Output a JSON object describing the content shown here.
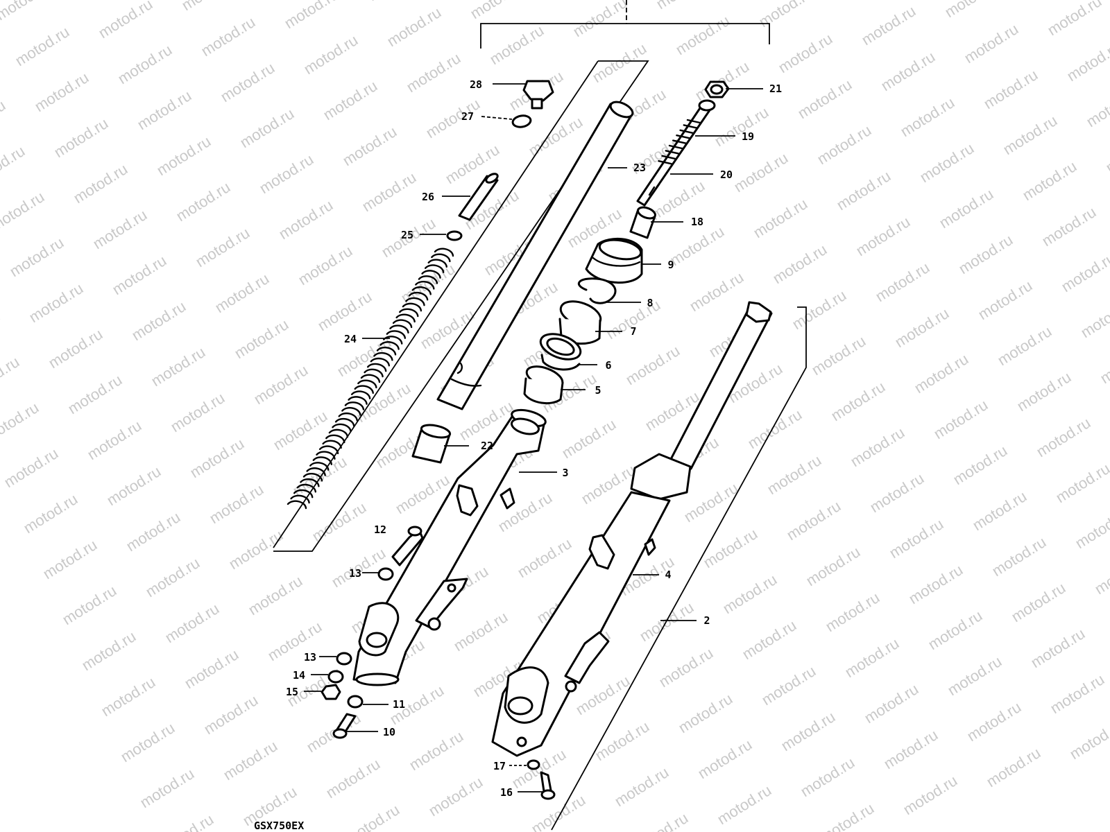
{
  "watermark": "motod.ru",
  "model_code": "GSX750EX",
  "callouts": [
    {
      "number": "28"
    },
    {
      "number": "27"
    },
    {
      "number": "26"
    },
    {
      "number": "25"
    },
    {
      "number": "24"
    },
    {
      "number": "23"
    },
    {
      "number": "22"
    },
    {
      "number": "21"
    },
    {
      "number": "19"
    },
    {
      "number": "20"
    },
    {
      "number": "18"
    },
    {
      "number": "9"
    },
    {
      "number": "8"
    },
    {
      "number": "7"
    },
    {
      "number": "6"
    },
    {
      "number": "5"
    },
    {
      "number": "3"
    },
    {
      "number": "4"
    },
    {
      "number": "2"
    },
    {
      "number": "12"
    },
    {
      "number": "13"
    },
    {
      "number": "13"
    },
    {
      "number": "14"
    },
    {
      "number": "15"
    },
    {
      "number": "11"
    },
    {
      "number": "10"
    },
    {
      "number": "17"
    },
    {
      "number": "16"
    }
  ]
}
